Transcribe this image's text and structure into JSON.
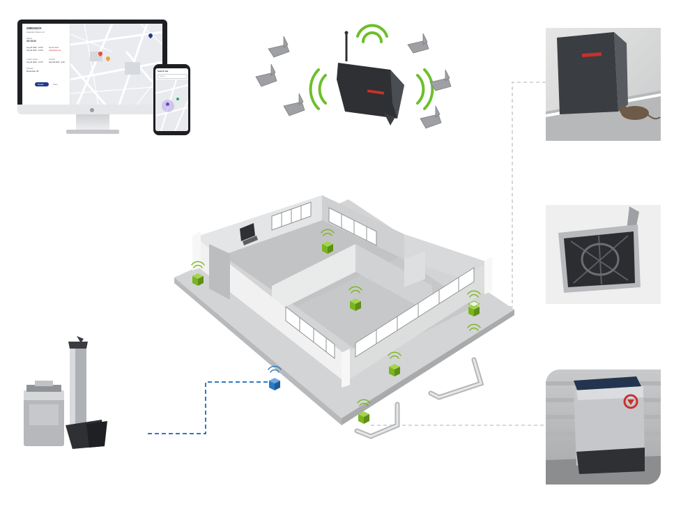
{
  "colors": {
    "accent_green": "#7ab51d",
    "signal_green": "#6cbf2a",
    "link_blue": "#2b79c2",
    "link_dash_grey": "#c8ccd0",
    "wall_grey": "#d9dadb",
    "floor_grey": "#c9cacb",
    "device_dark": "#2e3033",
    "dashboard_button": "#1f3b8a",
    "brand_red": "#c9302c"
  },
  "dashboard": {
    "monitor": {
      "title": "298/2022/A",
      "subtitle": "Aquarelle Station Lot",
      "status_label": "Status",
      "status_value": "OK 00:00",
      "line_a": "Aug 30 2022 · 10:00",
      "line_b": "Aug 30 2022 · 10:00",
      "sensor_a": "Sensor Aktiv",
      "sensor_b": "Signalwarnung",
      "field_c_label": "Letzter Check",
      "field_c_value": "Aug 30 2022 · 14:15",
      "field_d_label": "Technik",
      "field_d_value": "Sept 05 2022 · 9:00",
      "field_e_label": "Standort",
      "field_e_value": "Musterhaus 48",
      "button_label": "Details",
      "link_label": "Karte"
    },
    "phone": {
      "title": "Search bar",
      "search_placeholder": "Search"
    }
  },
  "icons": {
    "gateway": "wireless-gateway-icon",
    "sensor": "wireless-sensor-icon",
    "wifi": "wifi-signal-icon",
    "trap_sensor": "trap-sensor-cube-icon"
  }
}
